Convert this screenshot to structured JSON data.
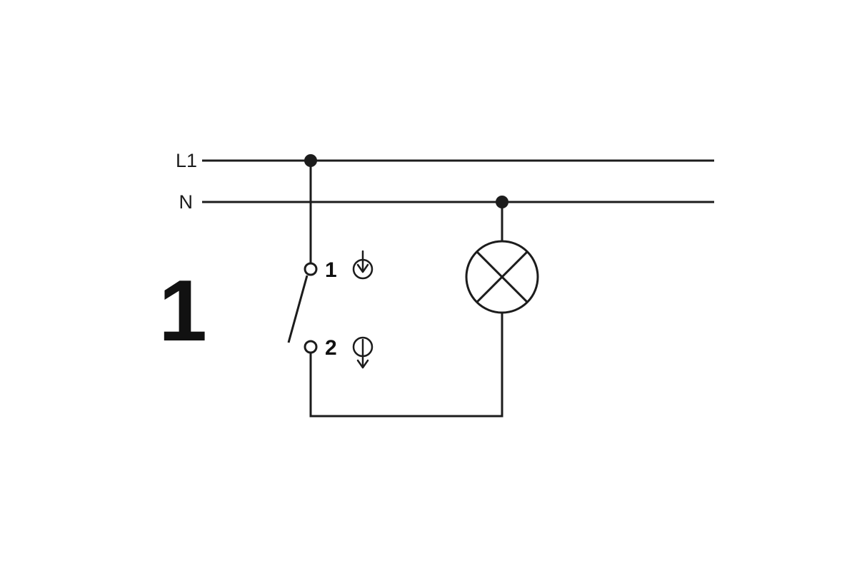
{
  "diagram": {
    "step_number": "1",
    "labels": {
      "line": "L1",
      "neutral": "N",
      "terminal_top": "1",
      "terminal_bottom": "2"
    },
    "colors": {
      "stroke": "#1c1c1c",
      "background": "#ffffff"
    },
    "icons": {
      "switch": "one-way-switch-symbol",
      "lamp": "lamp-cross-in-circle-symbol",
      "indicator_top": "arrow-into-circle",
      "indicator_bottom": "arrow-through-circle-down"
    }
  }
}
